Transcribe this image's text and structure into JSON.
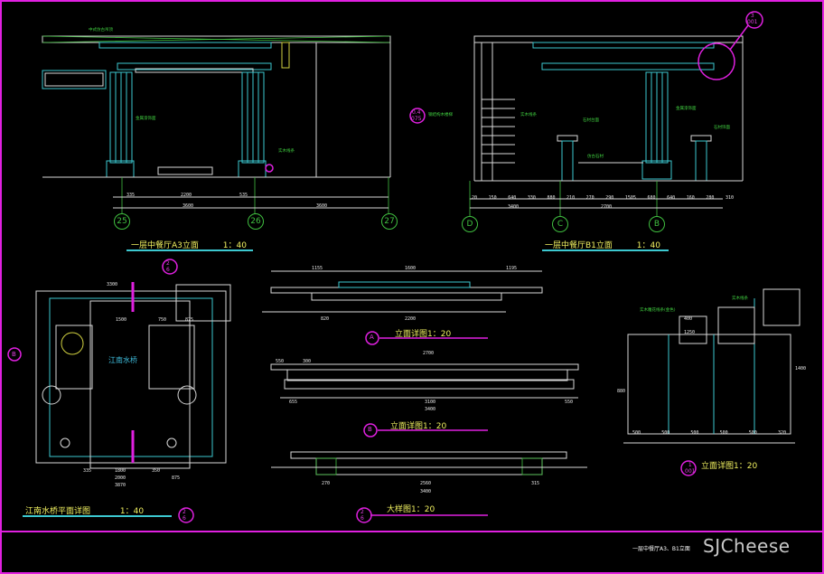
{
  "drawing": {
    "title_block": "一层中餐厅A3、B1立面",
    "watermark": "SJCheese"
  },
  "views": {
    "a3": {
      "title": "一层中餐厅A3立面",
      "scale": "1：40"
    },
    "b1": {
      "title": "一层中餐厅B1立面",
      "scale": "1：40"
    },
    "bridge_plan": {
      "title": "江南水桥平面详图",
      "scale": "1：40",
      "center_label": "江南水桥"
    },
    "detail_a": {
      "title": "立面详图1：20"
    },
    "detail_b": {
      "title": "立面详图1：20"
    },
    "section_c": {
      "title": "大样图1：20"
    },
    "detail_d": {
      "title": "立面详图1：20"
    }
  },
  "axes": {
    "a3": [
      "25",
      "26",
      "27"
    ],
    "b1": [
      "D",
      "C",
      "B"
    ]
  },
  "dimensions": {
    "a3": {
      "bottom_row": [
        "335",
        "2200",
        "535"
      ],
      "total_row": [
        "3600",
        "3600"
      ]
    },
    "b1": {
      "bottom_row": [
        "20",
        "150",
        "640",
        "330",
        "880",
        "210",
        "270",
        "290",
        "1505",
        "680",
        "640",
        "160",
        "280",
        "310"
      ],
      "total_row": [
        "3400",
        "2700"
      ]
    },
    "detail_a": {
      "top": [
        "1155",
        "1600",
        "1195"
      ],
      "bottom": [
        "820",
        "2200"
      ]
    },
    "detail_b": {
      "top": [
        "2700",
        "550",
        "300"
      ],
      "bottom": [
        "3100",
        "3400",
        "655",
        "550"
      ]
    },
    "section_c": {
      "bottom": [
        "270",
        "2560",
        "315",
        "3400"
      ]
    },
    "detail_d": {
      "bottom": [
        "500",
        "500",
        "500",
        "500",
        "500",
        "320"
      ],
      "side": [
        "1250",
        "400",
        "1400",
        "880"
      ]
    },
    "plan": {
      "top": [
        "3300",
        "1500",
        "750",
        "875"
      ],
      "bottom": [
        "335",
        "1800",
        "350",
        "875",
        "2000",
        "3870"
      ]
    }
  },
  "callouts": {
    "a3_top": "3\n001",
    "b1_side": "0.4\n075",
    "plan_top": "2\n6",
    "plan_left": "B",
    "detail_a": "A",
    "detail_b": "B",
    "section_c": "2\n6",
    "detail_d": "1\n001"
  },
  "notes": {
    "a3": [
      "中式仿古吊顶",
      "金属漆饰面",
      "实木线条"
    ],
    "b1": [
      "钢结构木楼梯",
      "实木线条",
      "石材台面",
      "金属漆饰面",
      "仿古石材",
      "石材饰面"
    ],
    "detail_d": [
      "实木雕花线条(金色)",
      "实木线条"
    ]
  },
  "colors": {
    "background": "#000000",
    "frame": "#e020e0",
    "line_white": "#d8d8d8",
    "line_cyan": "#3cc8d0",
    "label_yellow": "#f0f060",
    "axis_green": "#40c040"
  }
}
